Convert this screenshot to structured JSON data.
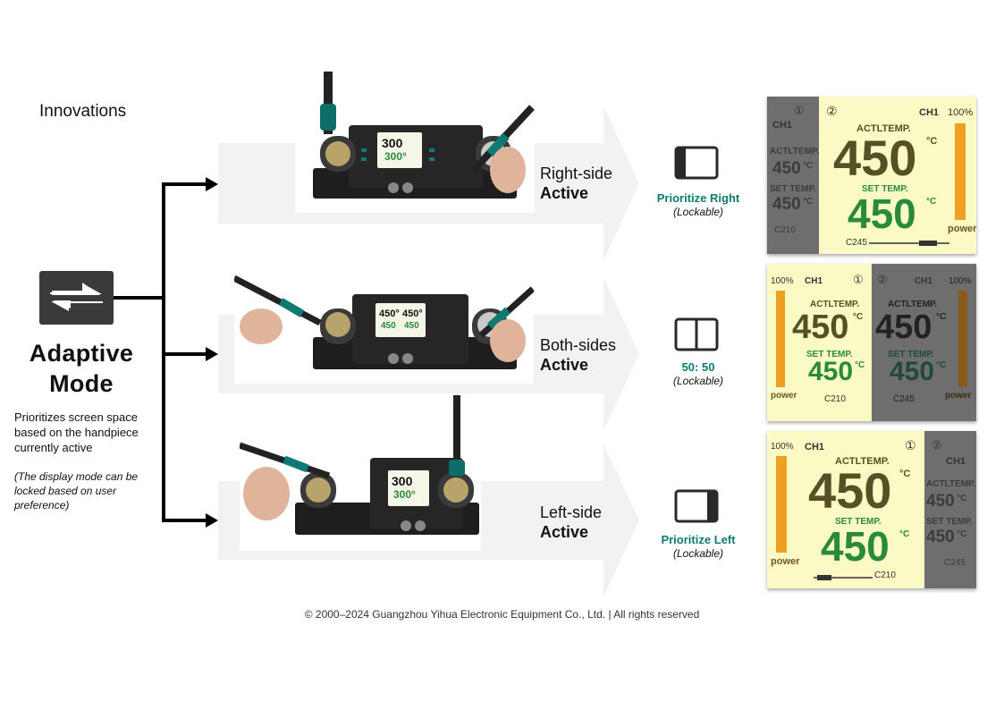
{
  "heading": "Innovations",
  "mode": {
    "icon": "swap-arrows-icon",
    "title_line1": "Adaptive",
    "title_line2": "Mode",
    "description": "Prioritizes screen space based on the handpiece currently active",
    "note": "(The display mode can be locked based on user preference)"
  },
  "rows": [
    {
      "state_line1": "Right-side",
      "state_line2": "Active",
      "layout_label": "Prioritize Right",
      "layout_sub": "(Lockable)",
      "station_readouts": [
        "300",
        "300°"
      ],
      "lcd": {
        "small": {
          "badge_num": "①",
          "channel": "CH1",
          "actl_label": "ACTLTEMP.",
          "actl": "450",
          "unit": "°C",
          "set_label": "SET TEMP.",
          "set": "450",
          "tip": "C210"
        },
        "large": {
          "badge_num": "②",
          "channel": "CH1",
          "pct": "100%",
          "actl_label": "ACTLTEMP.",
          "actl": "450",
          "unit": "°C",
          "set_label": "SET TEMP.",
          "set": "450",
          "tip": "C245",
          "power": "power"
        }
      }
    },
    {
      "state_line1": "Both-sides",
      "state_line2": "Active",
      "layout_label": "50: 50",
      "layout_sub": "(Lockable)",
      "station_readouts": [
        "450°",
        "450°",
        "450",
        "450"
      ],
      "lcd": {
        "left": {
          "badge_num": "①",
          "channel": "CH1",
          "pct": "100%",
          "actl_label": "ACTLTEMP.",
          "actl": "450",
          "unit": "°C",
          "set_label": "SET TEMP.",
          "set": "450",
          "tip": "C210",
          "power": "power"
        },
        "right": {
          "badge_num": "②",
          "channel": "CH1",
          "pct": "100%",
          "actl_label": "ACTLTEMP.",
          "actl": "450",
          "unit": "°C",
          "set_label": "SET TEMP.",
          "set": "450",
          "tip": "C245",
          "power": "power"
        }
      }
    },
    {
      "state_line1": "Left-side",
      "state_line2": "Active",
      "layout_label": "Prioritize Left",
      "layout_sub": "(Lockable)",
      "station_readouts": [
        "300",
        "300°"
      ],
      "lcd": {
        "large": {
          "badge_num": "①",
          "channel": "CH1",
          "pct": "100%",
          "actl_label": "ACTLTEMP.",
          "actl": "450",
          "unit": "°C",
          "set_label": "SET TEMP.",
          "set": "450",
          "tip": "C210",
          "power": "power"
        },
        "small": {
          "badge_num": "②",
          "channel": "CH1",
          "actl_label": "ACTLTEMP.",
          "actl": "450",
          "unit": "°C",
          "set_label": "SET TEMP.",
          "set": "450",
          "tip": "C245"
        }
      }
    }
  ],
  "footer": "© 2000–2024 Guangzhou Yihua Electronic Equipment Co., Ltd. | All rights reserved",
  "colors": {
    "accent": "#0f7a72",
    "lcd_active": "#fbf9c4",
    "lcd_inactive": "#6e6e6e",
    "power_bar": "#f0a020"
  }
}
